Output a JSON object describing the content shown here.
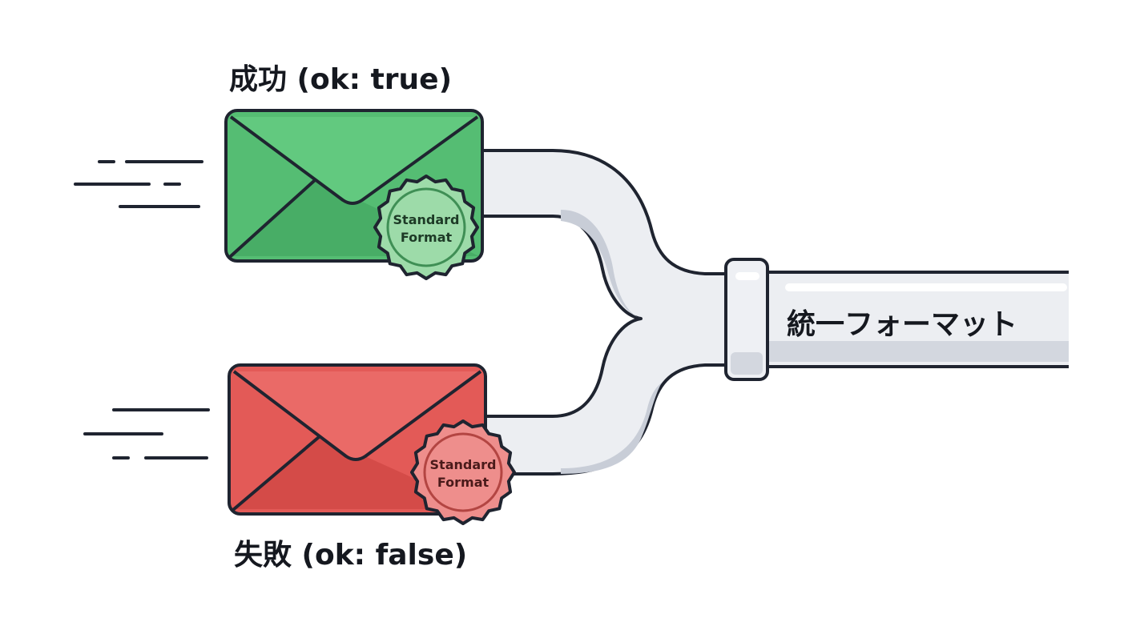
{
  "labels": {
    "success": "成功 (ok: true)",
    "failure": "失敗 (ok: false)",
    "unified": "統一フォーマット"
  },
  "seals": {
    "success_line1": "Standard",
    "success_line2": "Format",
    "failure_line1": "Standard",
    "failure_line2": "Format"
  },
  "colors": {
    "success_envelope": "#4fb86d",
    "failure_envelope": "#e05350",
    "pipe": "#eceef2",
    "outline": "#1f2430"
  },
  "icons": {
    "success_envelope": "envelope-icon",
    "failure_envelope": "envelope-icon",
    "success_seal": "seal-icon",
    "failure_seal": "seal-icon",
    "pipe": "merging-pipe"
  }
}
